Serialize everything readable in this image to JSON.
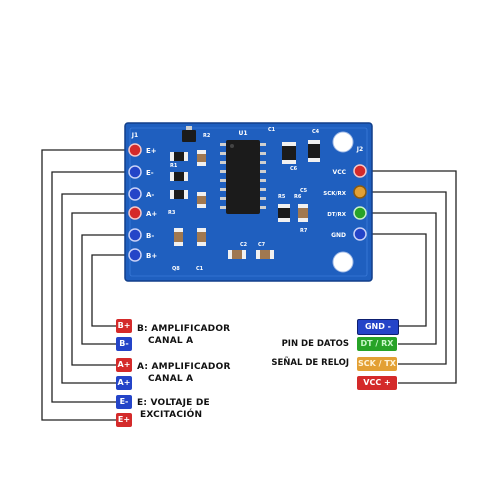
{
  "colors": {
    "board": "#1f5fbf",
    "red_pin": "#d42a2a",
    "blue_pin": "#2444c8",
    "green_pin": "#27a327",
    "orange_pin": "#e3a034"
  },
  "board": {
    "left_header": "J1",
    "right_header": "J2",
    "ic_label": "U1",
    "left_pins": [
      "E+",
      "E-",
      "A-",
      "A+",
      "B-",
      "B+"
    ],
    "right_pins": [
      "VCC",
      "SCK/RX",
      "DT/RX",
      "GND"
    ],
    "components": [
      "R2",
      "R1",
      "R3",
      "R5",
      "R6",
      "R7",
      "C1",
      "C2",
      "C4",
      "C5",
      "C6",
      "C7",
      "Q8",
      "C1"
    ]
  },
  "left_legend": {
    "tags": [
      "B+",
      "B-",
      "A+",
      "A+",
      "E-",
      "E+"
    ],
    "desc_b_1": "B: AMPLIFICADOR",
    "desc_b_2": "CANAL A",
    "desc_a_1": "A: AMPLIFICADOR",
    "desc_a_2": "CANAL A",
    "desc_e_1": "E: VOLTAJE DE",
    "desc_e_2": "EXCITACIÓN"
  },
  "right_legend": {
    "tags": [
      "GND -",
      "DT / RX",
      "SCK / TX",
      "VCC +"
    ],
    "labels": [
      "PIN DE DATOS",
      "SEÑAL DE RELOJ"
    ]
  }
}
